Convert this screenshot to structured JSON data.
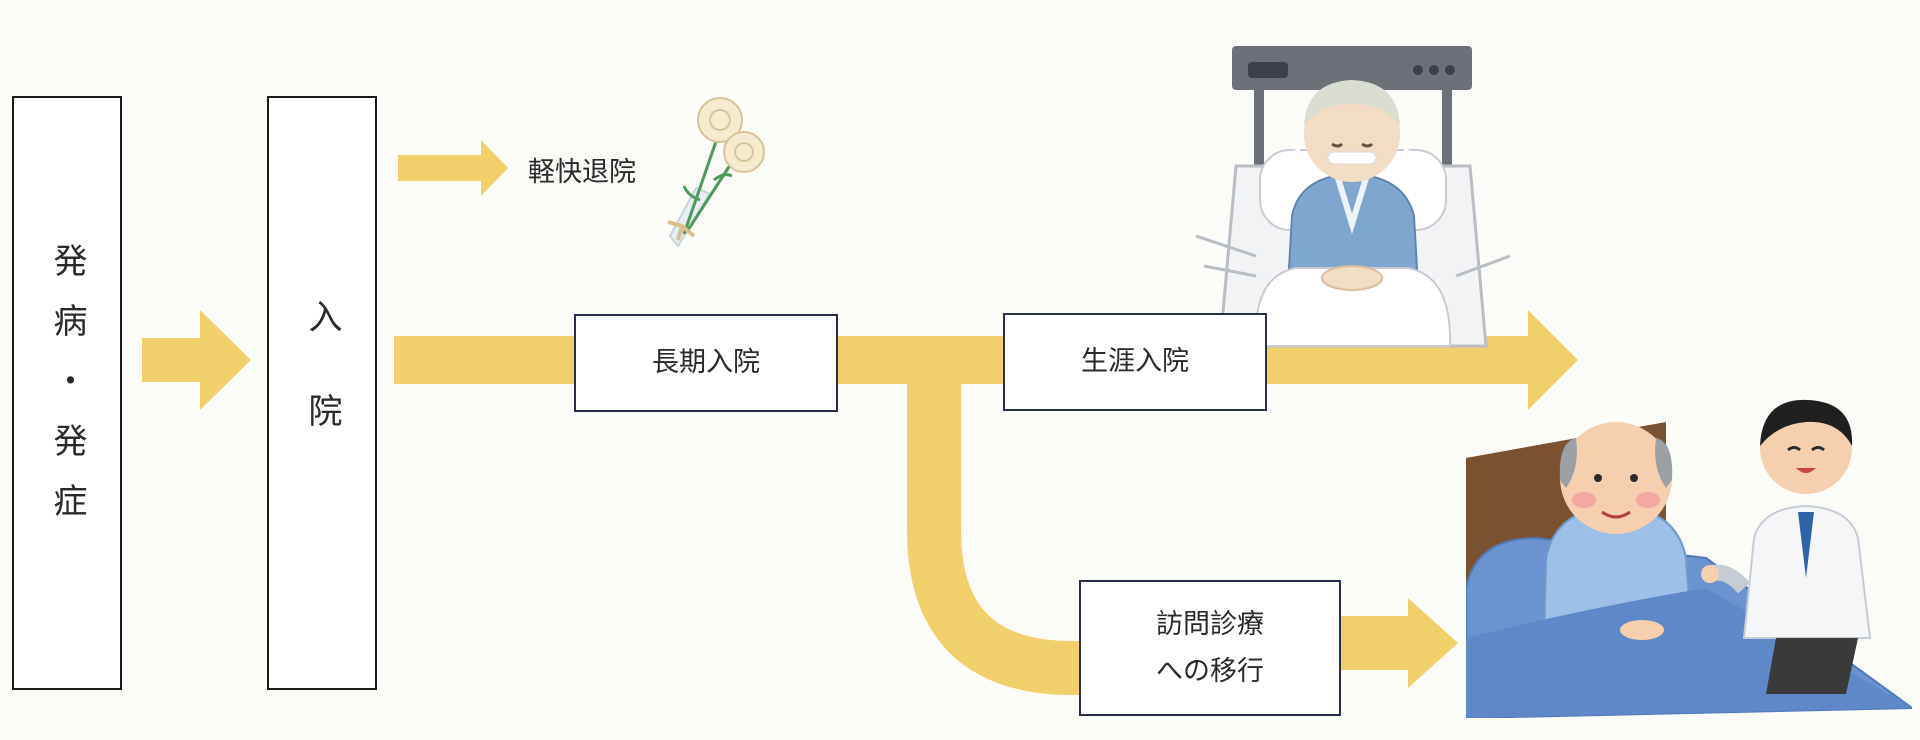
{
  "stages": {
    "onset": "発病・発症",
    "admission": "入院"
  },
  "outcomes": {
    "discharge": "軽快退院",
    "long_term": "長期入院",
    "lifelong": "生涯入院",
    "home_visit_line1": "訪問診療",
    "home_visit_line2": "への移行"
  },
  "colors": {
    "arrow": "#f1d06b",
    "box_border": "#26304a",
    "text": "#2a2a2a"
  },
  "icons": [
    "flower-bouquet-icon",
    "bedridden-patient-icon",
    "doctor-home-visit-icon"
  ]
}
